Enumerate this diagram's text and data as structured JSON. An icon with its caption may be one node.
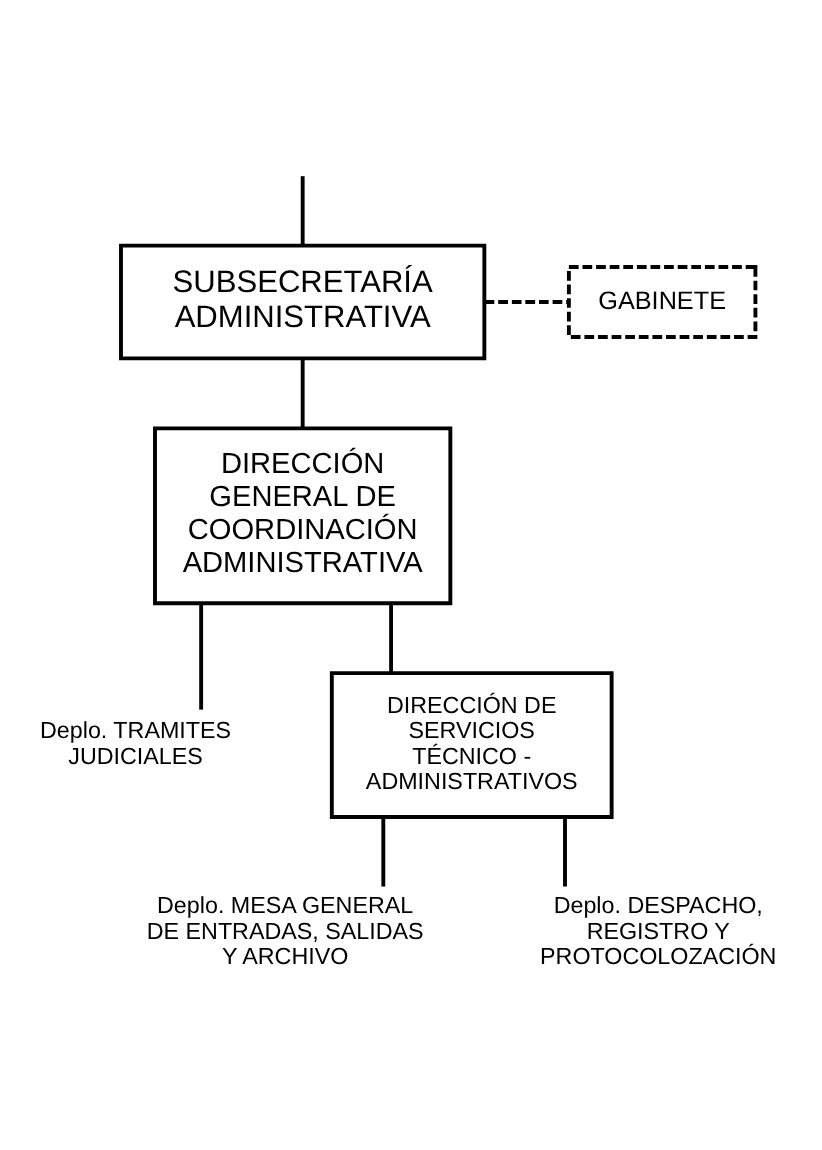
{
  "diagram": {
    "nodes": [
      {
        "text": [
          "SUBSECRETARÍA ADMINISTRATIVA"
        ]
      },
      {
        "text": [
          "GABINETE"
        ]
      },
      {
        "text": [
          "DIRECCIÓN GENERAL DE COORDINACIÓN ADMINISTRATIVA"
        ]
      },
      {
        "text": [
          "Deplo. TRAMITES JUDICIALES"
        ]
      },
      {
        "text": [
          "DIRECCIÓN DE SERVICIOS TÉCNICO - ADMINISTRATIVOS"
        ]
      },
      {
        "text": [
          "Deplo. MESA GENERAL DE ENTRADAS, SALIDAS Y ARCHIVO"
        ]
      },
      {
        "text": [
          "Deplo. DESPACHO, REGISTRO Y PROTOCOLOZACIÓN"
        ]
      }
    ],
    "edges": [
      {
        "from": null,
        "to": 0,
        "arrow": "none"
      },
      {
        "from": 0,
        "to": 1,
        "arrow": "none",
        "style": "dashed"
      },
      {
        "from": 0,
        "to": 2,
        "arrow": "none"
      },
      {
        "from": 2,
        "to": 3,
        "arrow": "none"
      },
      {
        "from": 2,
        "to": 4,
        "arrow": "none"
      },
      {
        "from": 4,
        "to": 5,
        "arrow": "none"
      },
      {
        "from": 4,
        "to": 6,
        "arrow": "none"
      }
    ]
  }
}
